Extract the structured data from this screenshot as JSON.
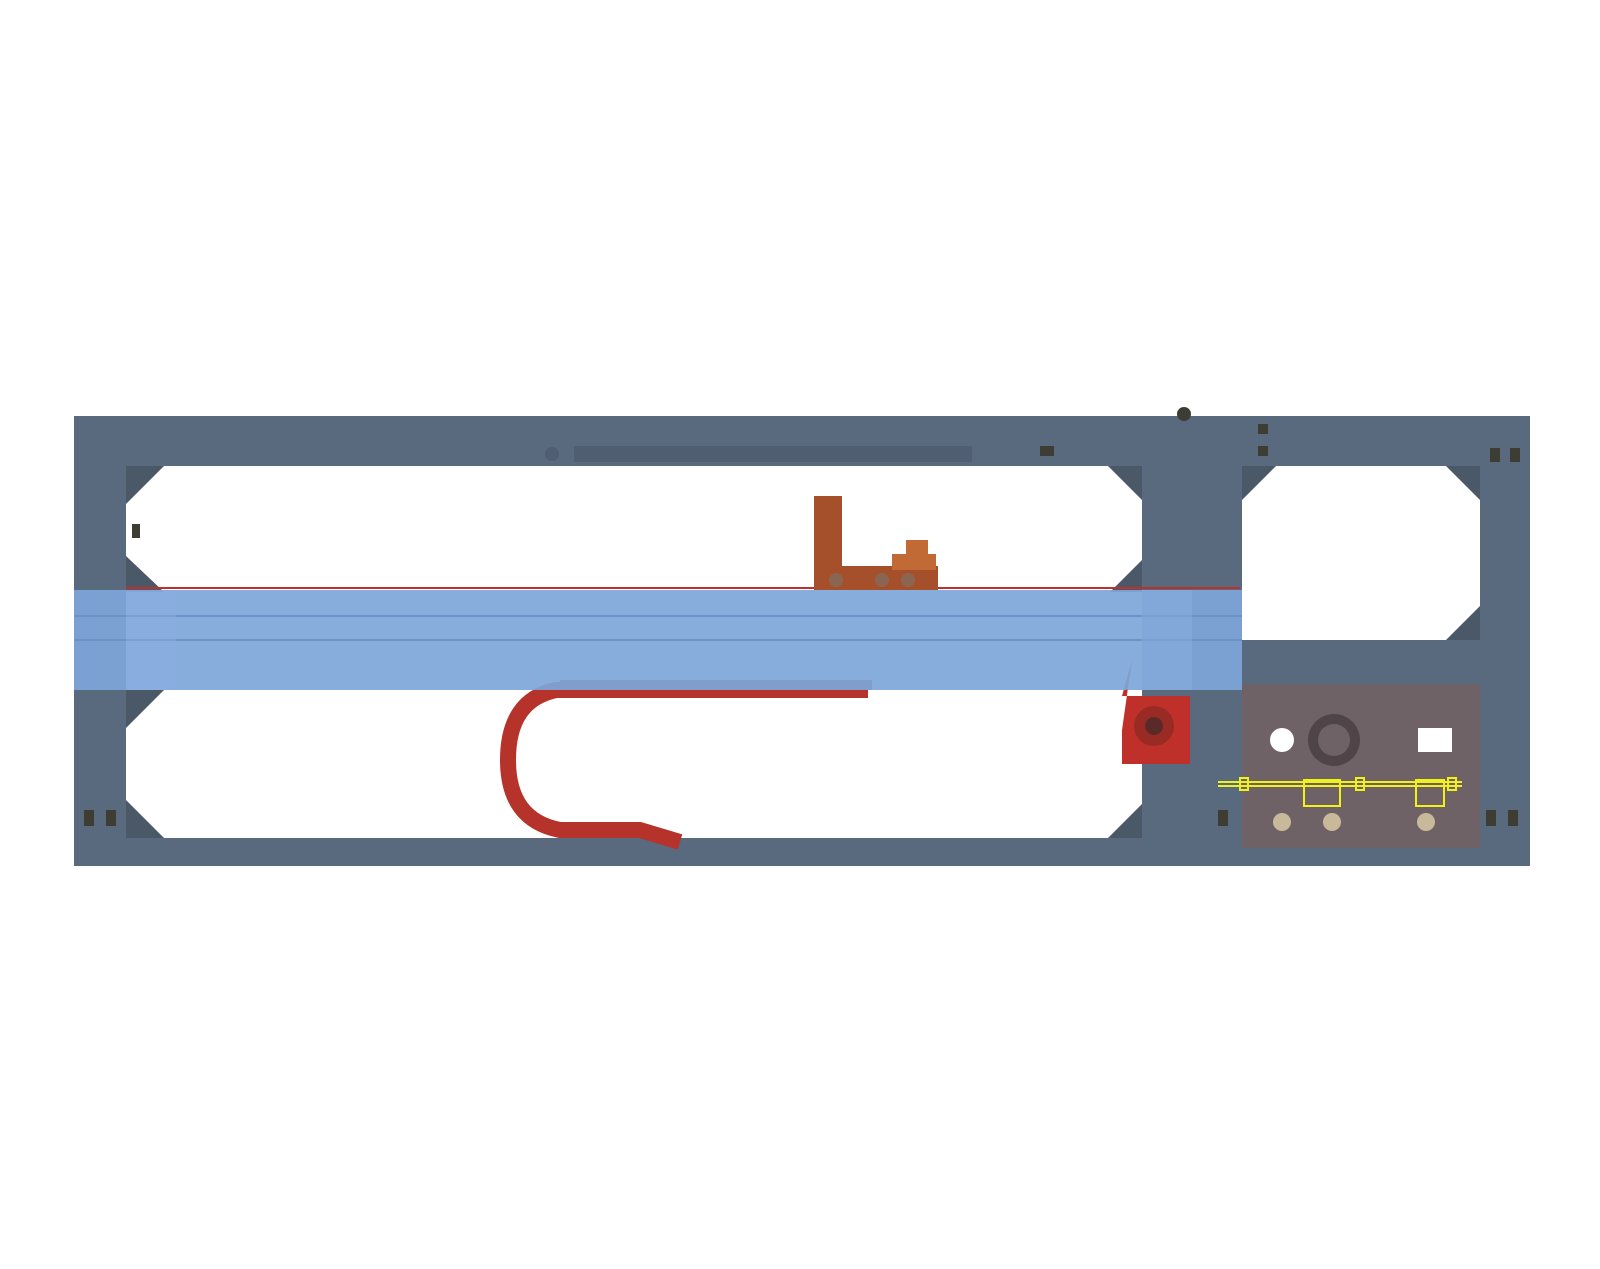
{
  "colors": {
    "background": "#ffffff",
    "frame": "#5a6a7e",
    "frame_dark": "#4a5868",
    "gantry": "#7da6d9",
    "gantry_edge": "#6b93c7",
    "cable_chain": "#b5332b",
    "carriage": "#a5502a",
    "carriage_light": "#c26a36",
    "motor": "#c0302a",
    "electronics_box": "#6f6266",
    "wiring": "#f2f21a",
    "fastener": "#3d3d33"
  },
  "components": [
    {
      "name": "outer-frame",
      "icon": "aluminium-extrusion-frame"
    },
    {
      "name": "x-gantry-beam",
      "icon": "translucent-gantry"
    },
    {
      "name": "laser-head-carriage",
      "icon": "carriage-block"
    },
    {
      "name": "cable-drag-chain",
      "icon": "drag-chain"
    },
    {
      "name": "stepper-motor",
      "icon": "motor-mount"
    },
    {
      "name": "electronics-bay",
      "icon": "control-box"
    },
    {
      "name": "wiring-harness",
      "icon": "yellow-wire-outline"
    }
  ]
}
